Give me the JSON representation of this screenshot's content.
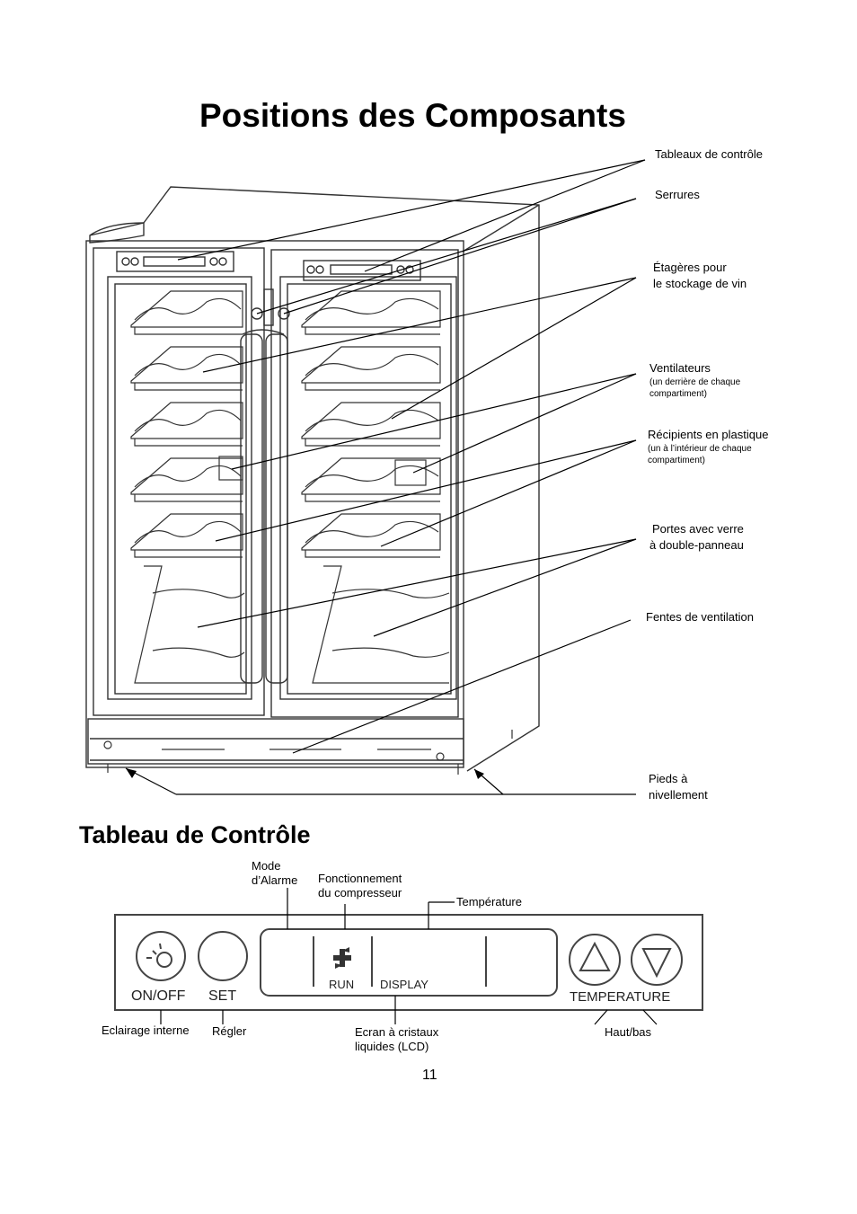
{
  "page": {
    "title": "Positions des Composants",
    "subtitle": "Tableau de Contrôle",
    "page_number": "11"
  },
  "callouts": {
    "control_panels": "Tableaux de contrôle",
    "locks": "Serrures",
    "shelves_line1": "Étagères pour",
    "shelves_line2": "le stockage de vin",
    "fans": "Ventilateurs",
    "fans_note_line1": "(un derrière de chaque",
    "fans_note_line2": "compartiment)",
    "containers": "Récipients en plastique",
    "containers_note_line1": "(un à l’intérieur de chaque",
    "containers_note_line2": "compartiment)",
    "doors_line1": "Portes avec verre",
    "doors_line2": "à double-panneau",
    "vents": "Fentes de ventilation",
    "feet_line1": "Pieds à",
    "feet_line2": "nivellement"
  },
  "control_panel": {
    "alarm_line1": "Mode",
    "alarm_line2": "d’Alarme",
    "compressor_line1": "Fonctionnement",
    "compressor_line2": "du compresseur",
    "temperature_top": "Température",
    "onoff": "ON/OFF",
    "set": "SET",
    "run": "RUN",
    "display": "DISPLAY",
    "temperature_btn": "TEMPERATURE",
    "light": "Eclairage interne",
    "adjust": "Régler",
    "lcd_line1": "Ecran à cristaux",
    "lcd_line2": "liquides (LCD)",
    "updown": "Haut/bas"
  }
}
